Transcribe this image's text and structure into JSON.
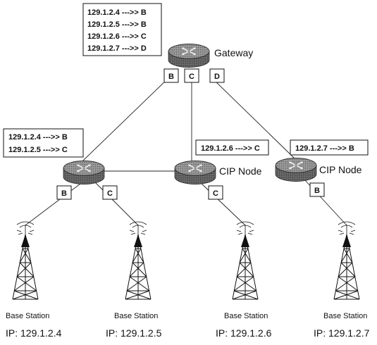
{
  "gateway": {
    "label": "Gateway",
    "routing_table": [
      "129.1.2.4 --->> B",
      "129.1.2.5 --->> B",
      "129.1.2.6 --->> C",
      "129.1.2.7 --->> D"
    ],
    "ports": [
      "B",
      "C",
      "D"
    ]
  },
  "router_left": {
    "routing_table": [
      "129.1.2.4 --->> B",
      "129.1.2.5 --->> C"
    ],
    "ports": [
      "B",
      "C"
    ]
  },
  "cip_node_center": {
    "label": "CIP Node",
    "routing_table": [
      "129.1.2.6 --->> C"
    ],
    "ports": [
      "C"
    ]
  },
  "cip_node_right": {
    "label": "CIP Node",
    "routing_table": [
      "129.1.2.7 --->> B"
    ],
    "ports": [
      "B"
    ]
  },
  "base_stations": [
    {
      "label": "Base Station",
      "ip": "IP: 129.1.2.4"
    },
    {
      "label": "Base Station",
      "ip": "IP: 129.1.2.5"
    },
    {
      "label": "Base Station",
      "ip": "IP: 129.1.2.6"
    },
    {
      "label": "Base Station",
      "ip": "IP: 129.1.2.7"
    }
  ],
  "colors": {
    "router_top": "#8a8a8a",
    "router_side": "#5e5e5e",
    "router_highlight": "#d8d8d8",
    "line": "#222222"
  }
}
